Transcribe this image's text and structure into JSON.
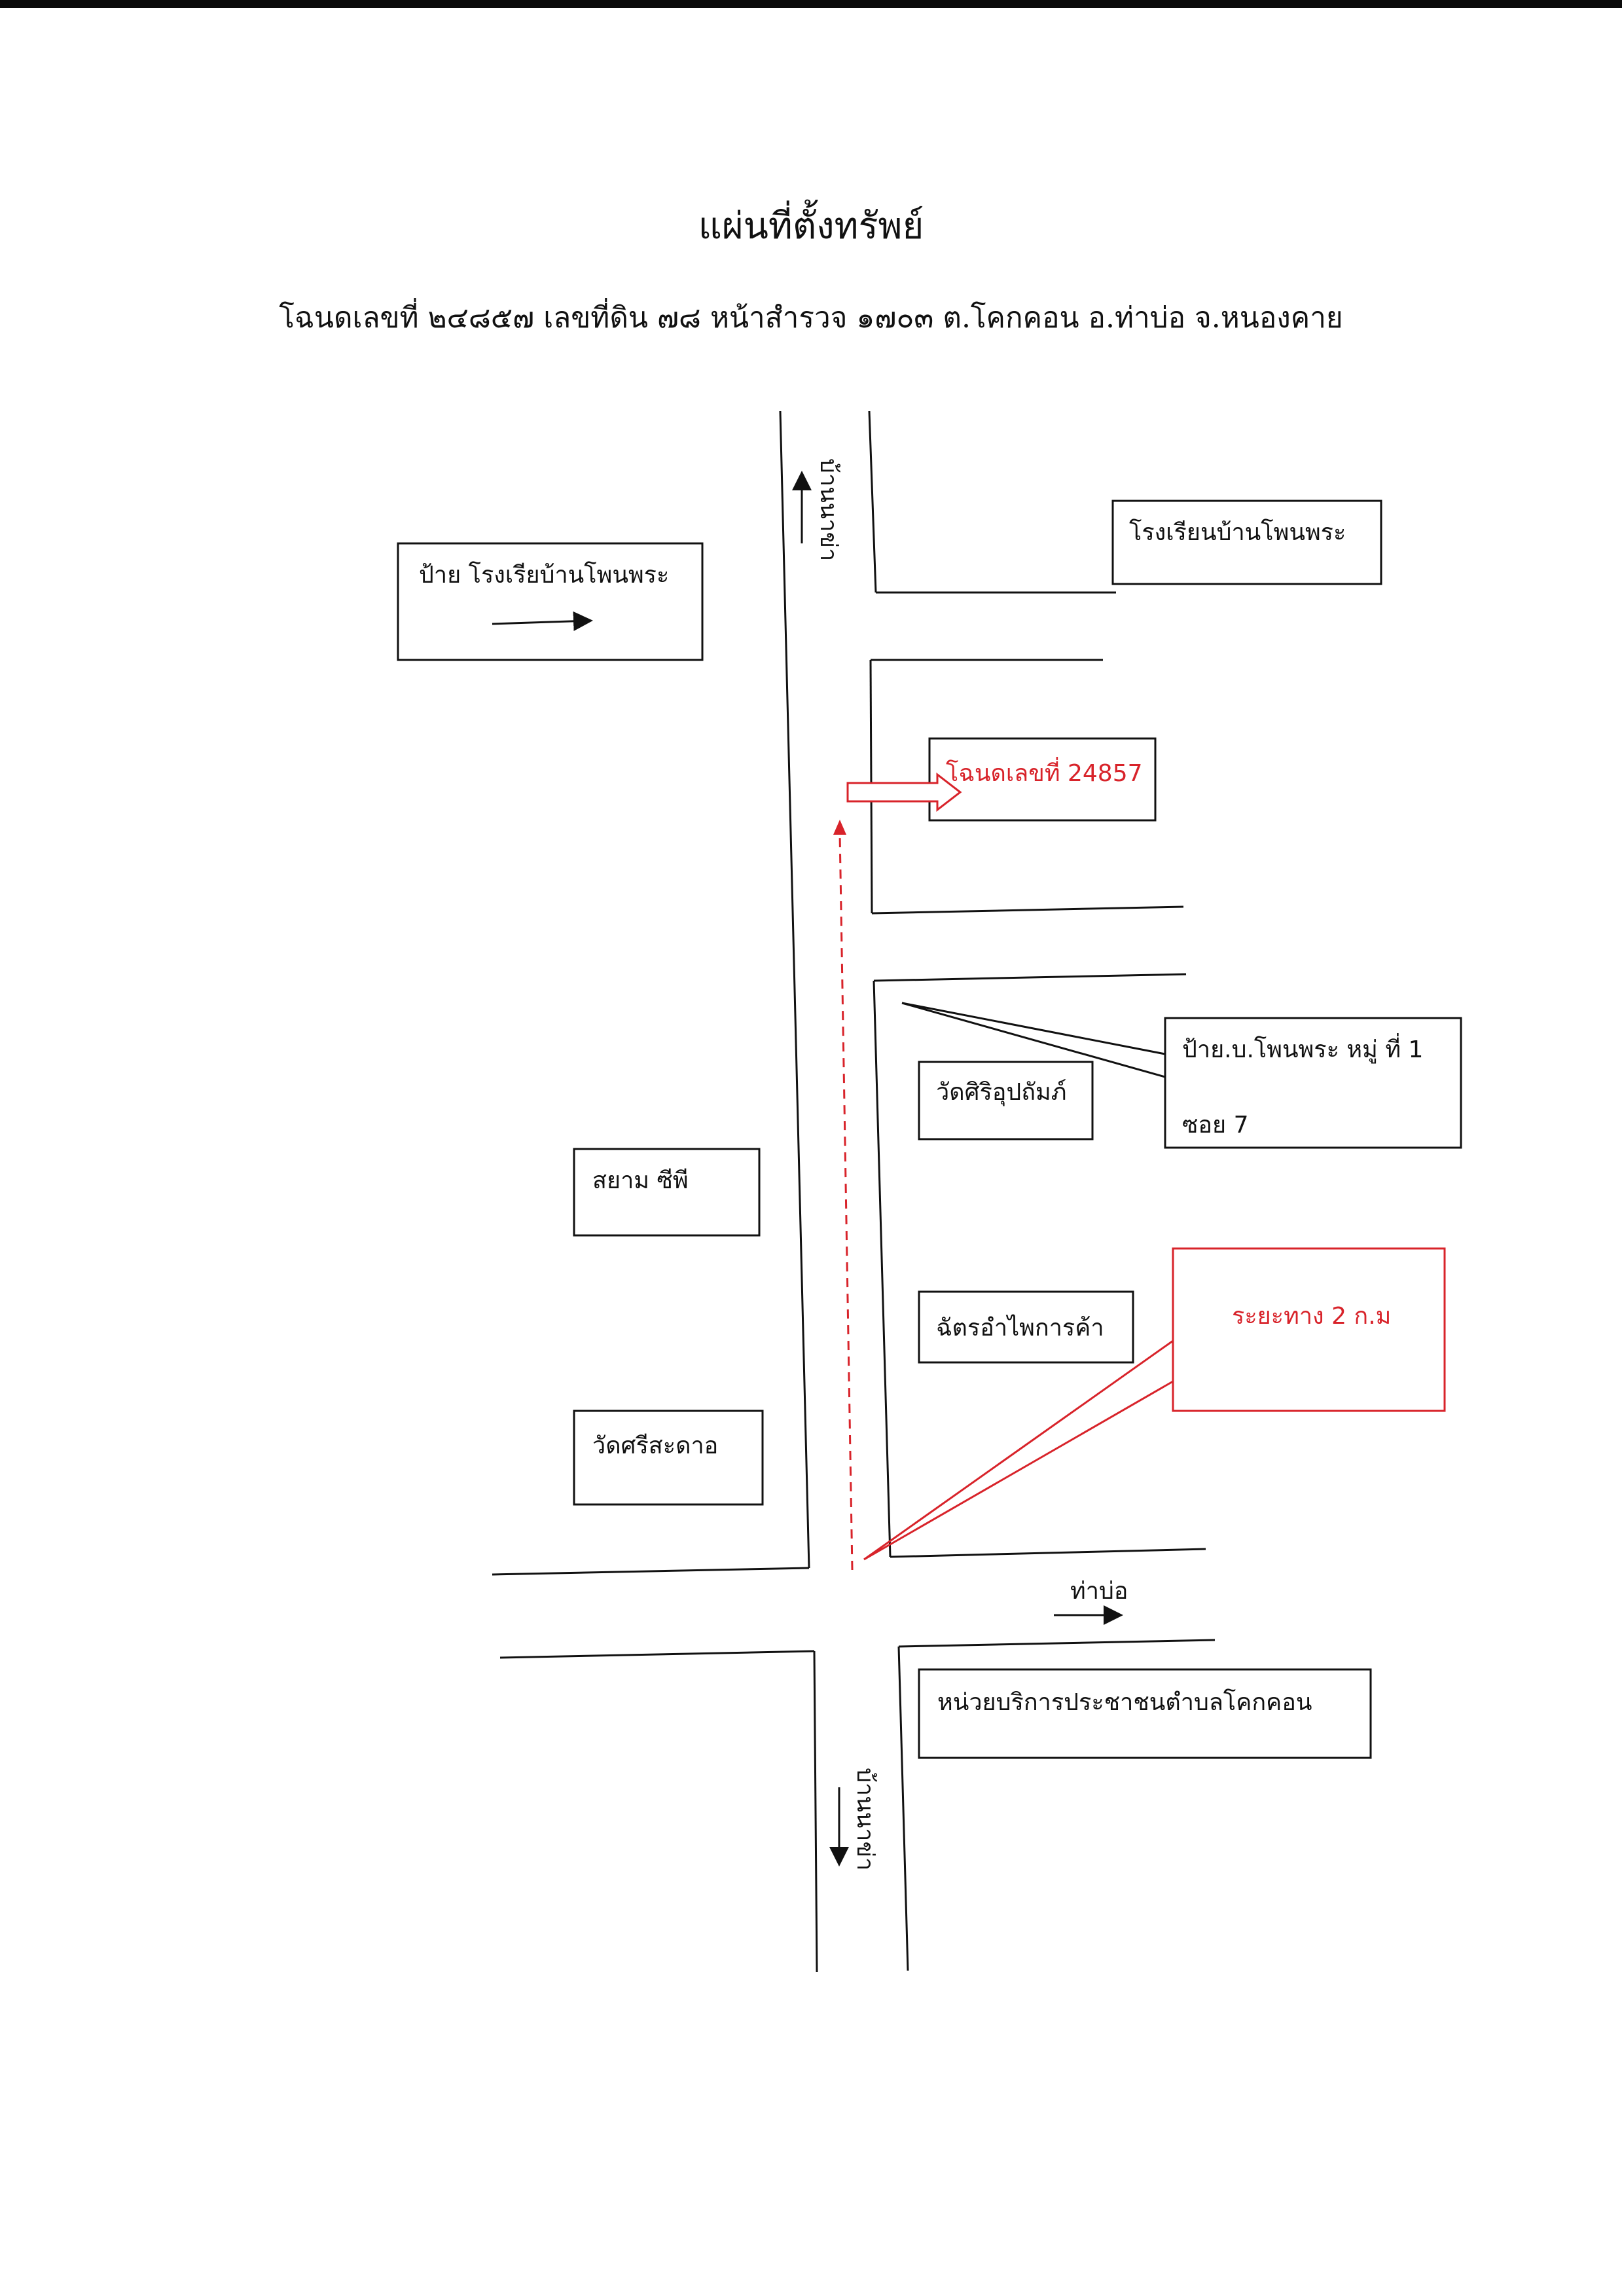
{
  "title": "แผ่นที่ตั้งทรัพย์",
  "subtitle": "โฉนดเลขที่ ๒๔๘๕๗ เลขที่ดิน ๗๘ หน้าสำรวจ ๑๗๐๓ ต.โคกคอน อ.ท่าบ่อ จ.หนองคาย",
  "roads": {
    "north": "บ้านนาข่า",
    "east": "ท่าบ่อ",
    "south": "บ้านนาข่า"
  },
  "places": {
    "school_sign": "ป้าย โรงเรียบ้านโพนพระ",
    "school": "โรงเรียนบ้านโพนพระ",
    "deed": "โฉนดเลขที่ 24857",
    "village_sign": "ป้าย.บ.โพนพระ หมู่ ที่ 1",
    "soi": "ซอย 7",
    "temple_1": "วัดศิริอุปถัมภ์",
    "siam_cp": "สยาม ซีพี",
    "shop": "ฉัตรอำไพการค้า",
    "temple_2": "วัดศรีสะดาอ",
    "service_unit": "หน่วยบริการประชาชนตำบลโคกคอน"
  },
  "distance": "ระยะทาง 2 ก.ม",
  "colors": {
    "ink": "#111111",
    "highlight": "#d8232a"
  }
}
